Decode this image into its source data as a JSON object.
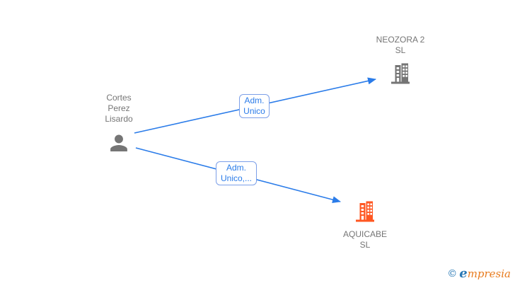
{
  "colors": {
    "background": "#ffffff",
    "edge_blue": "#2B7CE9",
    "edge_label_border": "#7C9FE8",
    "node_text_gray": "#757575",
    "icon_gray": "#757575",
    "building_orange": "#FF5722",
    "logo_blue": "#2878B5",
    "logo_orange": "#E87B1E"
  },
  "nodes": {
    "person": {
      "type": "person",
      "label_lines": [
        "Cortes",
        "Perez",
        "Lisardo"
      ]
    },
    "neozora": {
      "type": "company",
      "label_lines": [
        "NEOZORA 2",
        "SL"
      ]
    },
    "aquicabe": {
      "type": "company",
      "label_lines": [
        "AQUICABE",
        "SL"
      ]
    }
  },
  "edges": [
    {
      "from": "person",
      "to": "neozora",
      "label_lines": [
        "Adm.",
        "Unico"
      ]
    },
    {
      "from": "person",
      "to": "aquicabe",
      "label_lines": [
        "Adm.",
        "Unico,..."
      ]
    }
  ],
  "logo": {
    "copyright": "©",
    "brand_blue": "e",
    "brand_orange": "mpresia"
  }
}
